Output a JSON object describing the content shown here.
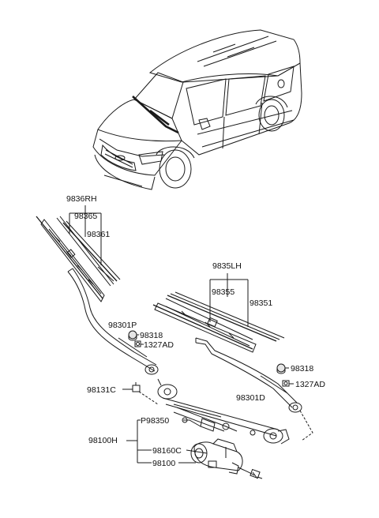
{
  "diagram": {
    "labels": {
      "rh_set": "9836RH",
      "rh_insert_a": "98365",
      "rh_insert_b": "98361",
      "lh_set": "9835LH",
      "lh_insert_a": "98355",
      "lh_insert_b": "98351",
      "rh_arm": "98301P",
      "rh_cap": "98318",
      "rh_nut": "1327AD",
      "rh_cover": "98131C",
      "lh_cap": "98318",
      "lh_nut": "1327AD",
      "lh_arm": "98301D",
      "linkage": "P98350",
      "motor_assy": "98100H",
      "crank": "98160C",
      "motor": "98100"
    },
    "colors": {
      "line": "#1a1a1a",
      "cap": "#e6e6e6"
    }
  }
}
